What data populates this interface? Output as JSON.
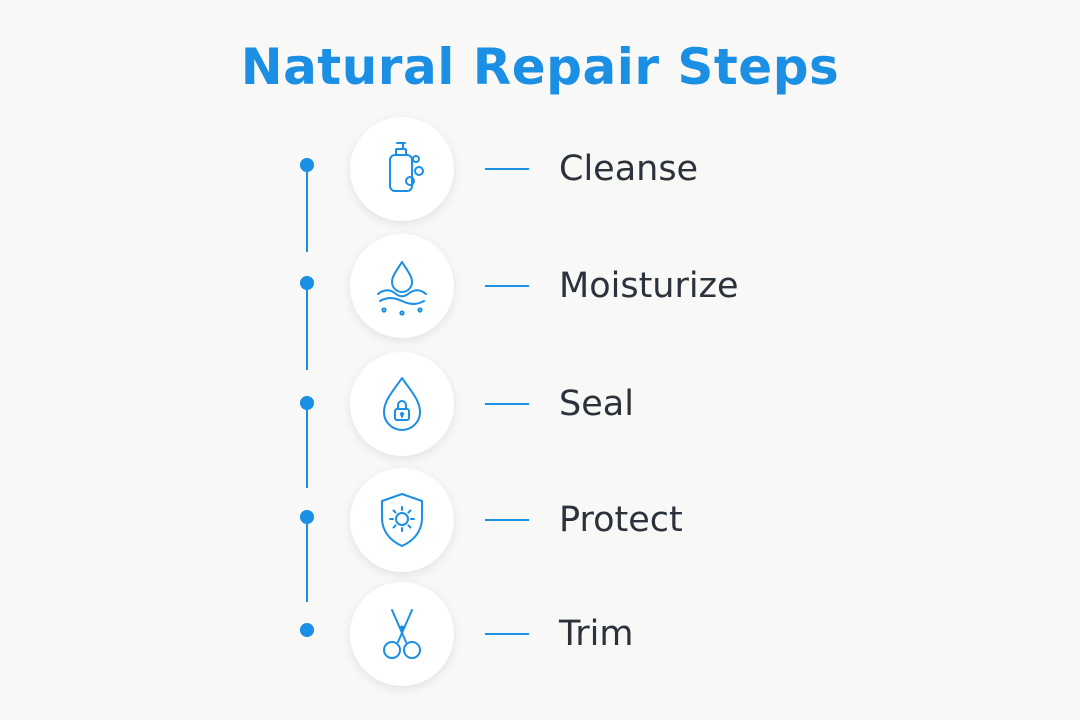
{
  "title": "Natural Repair Steps",
  "accent_color": "#1a8fe3",
  "text_color": "#2b323b",
  "steps": [
    {
      "label": "Cleanse",
      "icon": "soap-bottle-bubbles-icon"
    },
    {
      "label": "Moisturize",
      "icon": "water-drop-waves-icon"
    },
    {
      "label": "Seal",
      "icon": "drop-lock-icon"
    },
    {
      "label": "Protect",
      "icon": "shield-sun-icon"
    },
    {
      "label": "Trim",
      "icon": "scissors-icon"
    }
  ]
}
